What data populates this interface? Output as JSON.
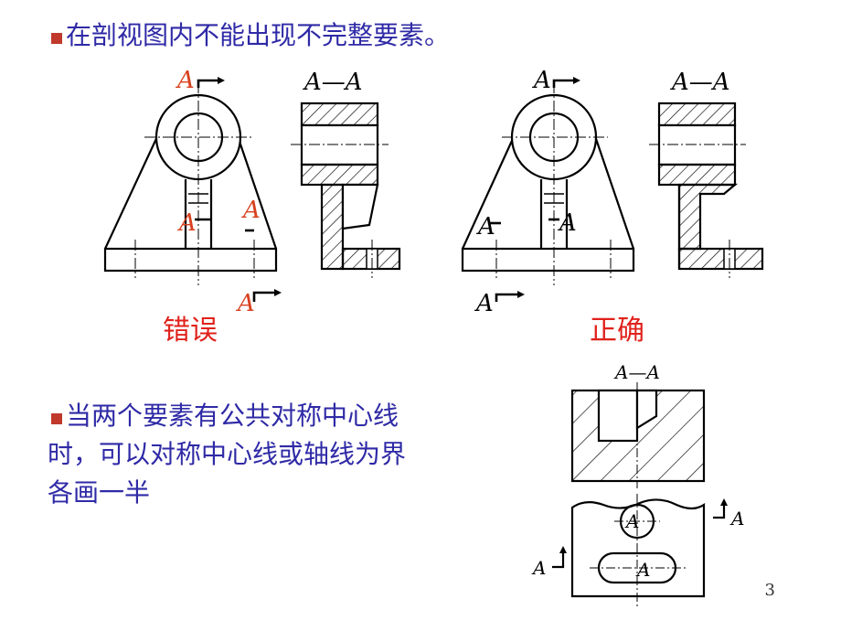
{
  "bullet1": {
    "text": "在剖视图内不能出现不完整要素。"
  },
  "bullet2": {
    "line1": "当两个要素有公共对称中心线",
    "line2": "时，可以对称中心线或轴线为界",
    "line3": "各画一半"
  },
  "captions": {
    "wrong": "错误",
    "correct": "正确"
  },
  "labels": {
    "A": "A",
    "section": "A—A"
  },
  "page_number": "3",
  "colors": {
    "text_blue": "#2f2aa6",
    "red": "#e0211b",
    "bullet_red": "#c0392b",
    "label_orange": "#d8401f"
  }
}
